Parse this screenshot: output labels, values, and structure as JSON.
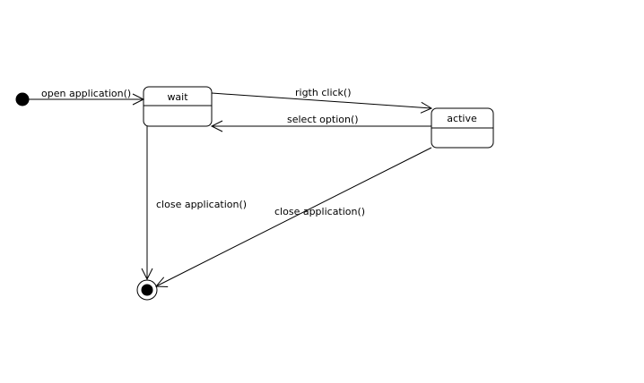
{
  "diagram": {
    "initial_node": {
      "id": "initial"
    },
    "final_node": {
      "id": "final"
    },
    "states": [
      {
        "id": "wait",
        "label": "wait"
      },
      {
        "id": "active",
        "label": "active"
      }
    ],
    "transitions": [
      {
        "id": "t1",
        "from": "initial",
        "to": "wait",
        "label": "open application()"
      },
      {
        "id": "t2",
        "from": "wait",
        "to": "active",
        "label": "rigth click()"
      },
      {
        "id": "t3",
        "from": "active",
        "to": "wait",
        "label": "select option()"
      },
      {
        "id": "t4",
        "from": "wait",
        "to": "final",
        "label": "close application()"
      },
      {
        "id": "t5",
        "from": "active",
        "to": "final",
        "label": "close application()"
      }
    ]
  }
}
